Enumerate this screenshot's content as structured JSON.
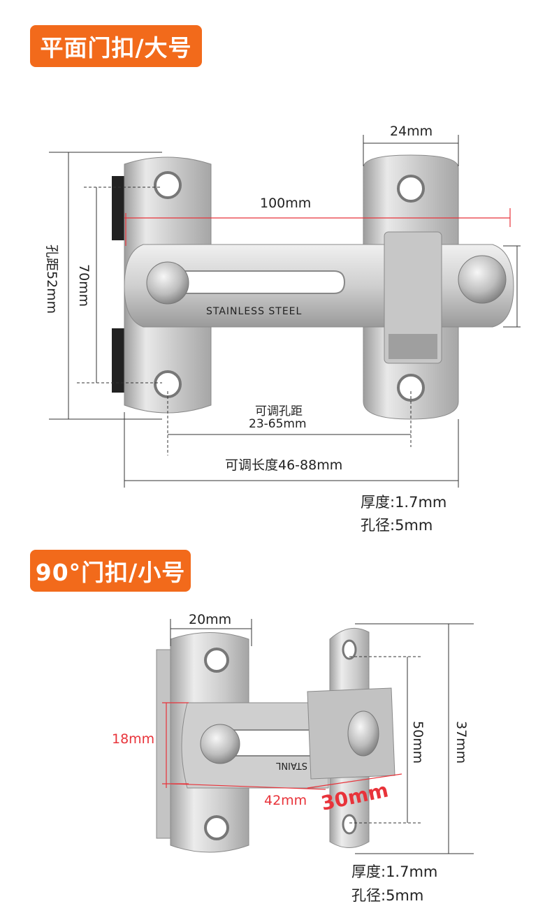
{
  "large": {
    "title": "平面门扣/大号",
    "width_label": "24mm",
    "length_label": "100mm",
    "hole_spacing_label": "孔距52mm",
    "height_label": "70mm",
    "engraving": "STAINLESS STEEL",
    "adj_hole_title": "可调孔距",
    "adj_hole_range": "23-65mm",
    "adj_length_label": "可调长度46-88mm",
    "thickness": "厚度:1.7mm",
    "hole_dia": "孔径:5mm"
  },
  "small": {
    "title": "90°门扣/小号",
    "width_label": "20mm",
    "bar_height_label": "18mm",
    "bar_length_label": "42mm",
    "offset_label": "30mm",
    "hole_spacing_label": "50mm",
    "height_label": "37mm",
    "engraving": "STAINL",
    "thickness": "厚度:1.7mm",
    "hole_dia": "孔径:5mm"
  },
  "colors": {
    "banner": "#f26a1b",
    "dimension_red": "#e8333a",
    "metal_light": "#e6e6e6",
    "metal_dark": "#9a9a9a"
  }
}
